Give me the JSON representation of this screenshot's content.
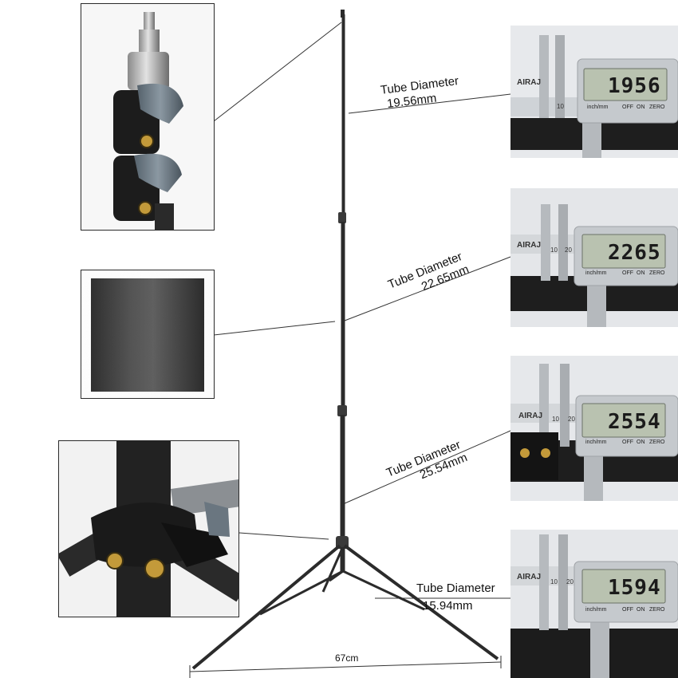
{
  "measurements": [
    {
      "label": "Tube Diameter",
      "value": "19.56mm",
      "display": "1956"
    },
    {
      "label": "Tube Diameter",
      "value": "22.65mm",
      "display": "2265"
    },
    {
      "label": "Tube Diameter",
      "value": "25.54mm",
      "display": "2554"
    },
    {
      "label": "Tube Diameter",
      "value": "15.94mm",
      "display": "1594"
    }
  ],
  "caliper": {
    "brand": "AIRAJ",
    "units": "inch/mm",
    "buttons": [
      "OFF",
      "ON",
      "ZERO"
    ],
    "scale_ticks": [
      "10",
      "20"
    ]
  },
  "base_width": "67cm",
  "colors": {
    "stand": "#2b2b2b",
    "caliper_steel": "#c9cdd1",
    "lcd": "#b9c2b0"
  }
}
